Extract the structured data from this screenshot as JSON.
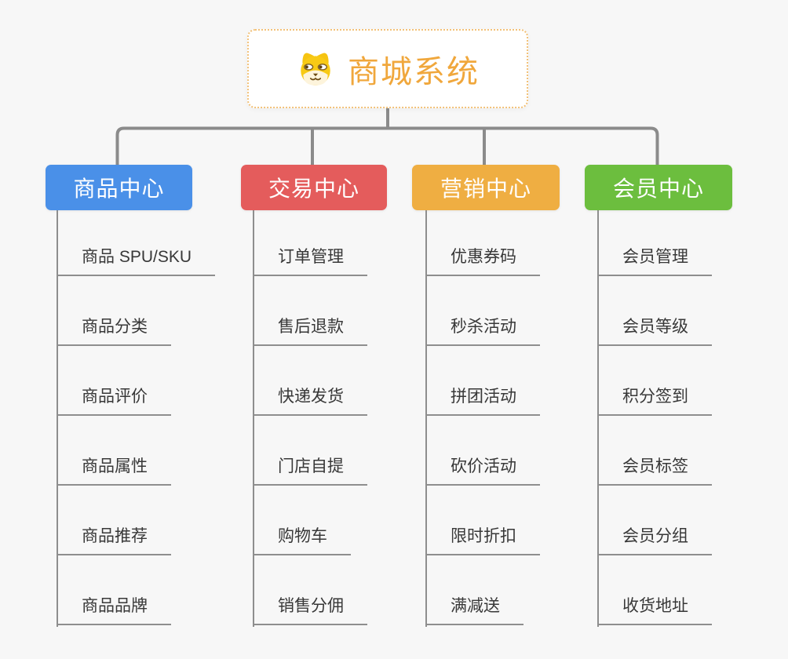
{
  "root": {
    "title": "商城系统",
    "icon": "dog-face-icon",
    "text_color": "#f0a73c",
    "border_color": "#f2c178"
  },
  "connector_color": "#8b8b8b",
  "item_text_color": "#383838",
  "background_color": "#f7f7f7",
  "branches": [
    {
      "label": "商品中心",
      "color": "#4a90e8",
      "items": [
        "商品 SPU/SKU",
        "商品分类",
        "商品评价",
        "商品属性",
        "商品推荐",
        "商品品牌"
      ]
    },
    {
      "label": "交易中心",
      "color": "#e45c5c",
      "items": [
        "订单管理",
        "售后退款",
        "快递发货",
        "门店自提",
        "购物车",
        "销售分佣"
      ]
    },
    {
      "label": "营销中心",
      "color": "#efae42",
      "items": [
        "优惠券码",
        "秒杀活动",
        "拼团活动",
        "砍价活动",
        "限时折扣",
        "满减送"
      ]
    },
    {
      "label": "会员中心",
      "color": "#6cbe3e",
      "items": [
        "会员管理",
        "会员等级",
        "积分签到",
        "会员标签",
        "会员分组",
        "收货地址"
      ]
    }
  ]
}
